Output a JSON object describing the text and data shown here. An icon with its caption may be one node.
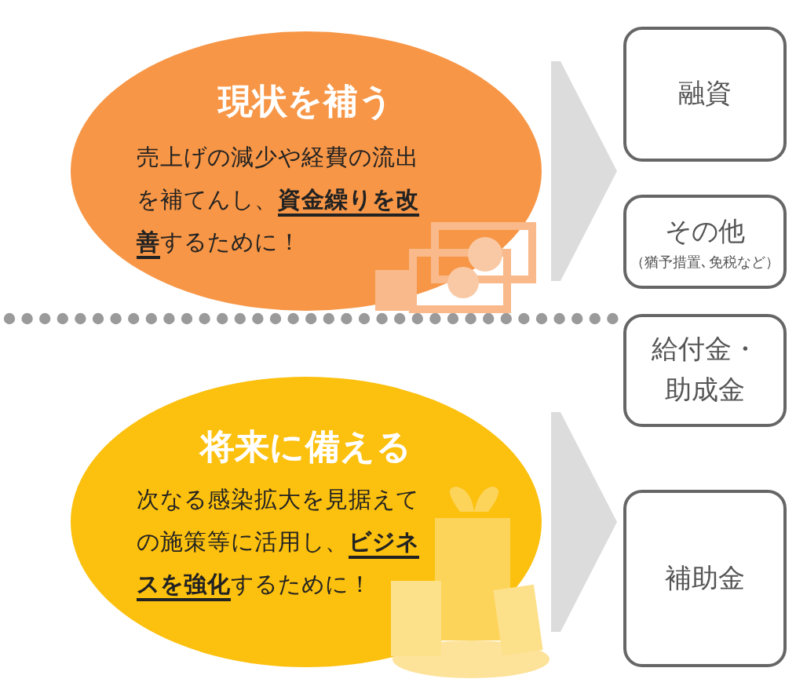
{
  "diagram": {
    "nodes": [
      {
        "text": [
          "現状を補う",
          "売上げの減少や経費の流出を補てんし、**資金繰りを改善**するために！"
        ]
      },
      {
        "text": [
          "将来に備える",
          "次なる感染拡大を見据えての施策等に活用し、**ビジネスを強化**するために！"
        ]
      },
      {
        "text": [
          "融資"
        ]
      },
      {
        "text": [
          "その他",
          "（猶予措置､免税など）"
        ]
      },
      {
        "text": [
          "給付金・助成金"
        ]
      },
      {
        "text": [
          "補助金"
        ]
      }
    ],
    "edges": [
      {
        "from": 0,
        "to": 2,
        "arrow": "to"
      },
      {
        "from": 0,
        "to": 3,
        "arrow": "to"
      },
      {
        "from": 1,
        "to": 5,
        "arrow": "to"
      }
    ]
  }
}
